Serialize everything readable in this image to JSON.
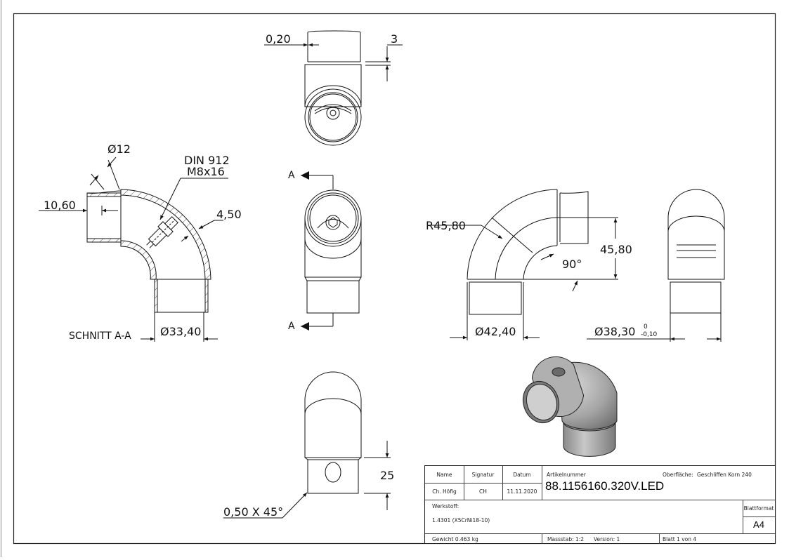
{
  "drawing": {
    "section_label": "SCHNITT A-A",
    "section_marker": "A",
    "dimensions": {
      "section_hole_dia": "Ø12",
      "section_length": "10,60",
      "screw_spec_line1": "DIN 912",
      "screw_spec_line2": "M8x16",
      "wall": "4,50",
      "section_dia": "Ø33,40",
      "top_offset": "0,20",
      "top_step": "3",
      "radius": "R45,80",
      "height": "45,80",
      "angle": "90°",
      "outer_dia": "Ø42,40",
      "fit_dia": "Ø38,30",
      "fit_tol_upper": "0",
      "fit_tol_lower": "-0,10",
      "fit_length": "25",
      "chamfer": "0,50 X 45°"
    }
  },
  "title_block": {
    "headers": {
      "name": "Name",
      "signature": "Signatur",
      "date": "Datum",
      "article_label": "Artikelnummer",
      "surface_label": "Oberfläche:",
      "material_label": "Werkstoff:",
      "format_label": "Blattformat"
    },
    "values": {
      "name": "Ch. Höfig",
      "signature": "CH",
      "date": "11.11.2020",
      "article_number": "88.1156160.320V.LED",
      "surface": "Geschliffen Korn 240",
      "material": "1.4301 (X5CrNi18-10)",
      "format": "A4",
      "weight": "Gewicht 0.463 kg",
      "scale": "Massstab: 1:2",
      "version": "Version: 1",
      "sheet": "Blatt 1 von 4"
    }
  }
}
